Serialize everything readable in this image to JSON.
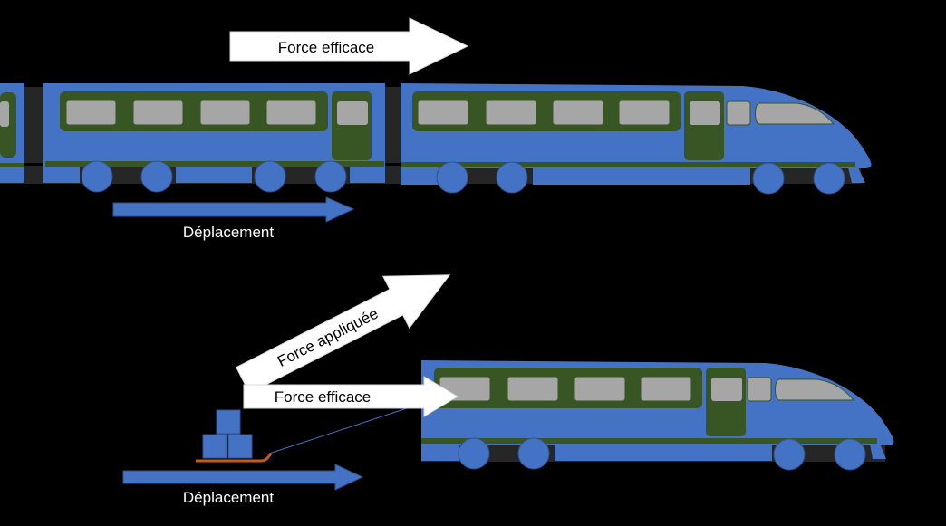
{
  "top_scene": {
    "force_label": "Force efficace",
    "displacement_label": "Déplacement"
  },
  "bottom_scene": {
    "applied_force_label": "Force appliquée",
    "effective_force_label": "Force efficace",
    "displacement_label": "Déplacement"
  },
  "colors": {
    "background": "#000000",
    "train_body": "#4472c4",
    "train_band": "#375623",
    "window": "#a6a6a6",
    "undercarriage": "#262626",
    "arrow_white": "#ffffff",
    "arrow_blue": "#4472c4",
    "sled": "#c55a11"
  }
}
